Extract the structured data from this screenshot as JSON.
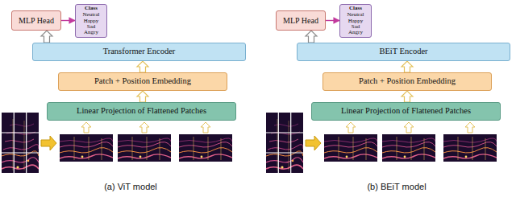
{
  "diagram": {
    "nodes": [
      {
        "text": [
          "MLP Head"
        ]
      },
      {
        "text": [
          "Class",
          "Neutral Happy Sad Angry"
        ]
      },
      {
        "text": [
          "Transformer Encoder"
        ]
      },
      {
        "text": [
          "Patch + Position Embedding"
        ]
      },
      {
        "text": [
          "Linear Projection of Flattened Patches"
        ]
      },
      {
        "text": [
          "MLP Head"
        ]
      },
      {
        "text": [
          "Class",
          "Neutral Happy Sad Angry"
        ]
      },
      {
        "text": [
          "BEiT Encoder"
        ]
      },
      {
        "text": [
          "Patch + Position Embedding"
        ]
      },
      {
        "text": [
          "Linear Projection of Flattened Patches"
        ]
      }
    ],
    "edges": [
      {
        "from": 4,
        "to": 3,
        "arrow": "to"
      },
      {
        "from": 3,
        "to": 2,
        "arrow": "to"
      },
      {
        "from": 2,
        "to": 0,
        "arrow": "to"
      },
      {
        "from": 0,
        "to": 1,
        "arrow": "to"
      },
      {
        "from": 9,
        "to": 8,
        "arrow": "to"
      },
      {
        "from": 8,
        "to": 7,
        "arrow": "to"
      },
      {
        "from": 7,
        "to": 5,
        "arrow": "to"
      },
      {
        "from": 5,
        "to": 6,
        "arrow": "to"
      }
    ],
    "labels": [
      "(a) ViT model",
      "(b) BEiT model"
    ]
  }
}
